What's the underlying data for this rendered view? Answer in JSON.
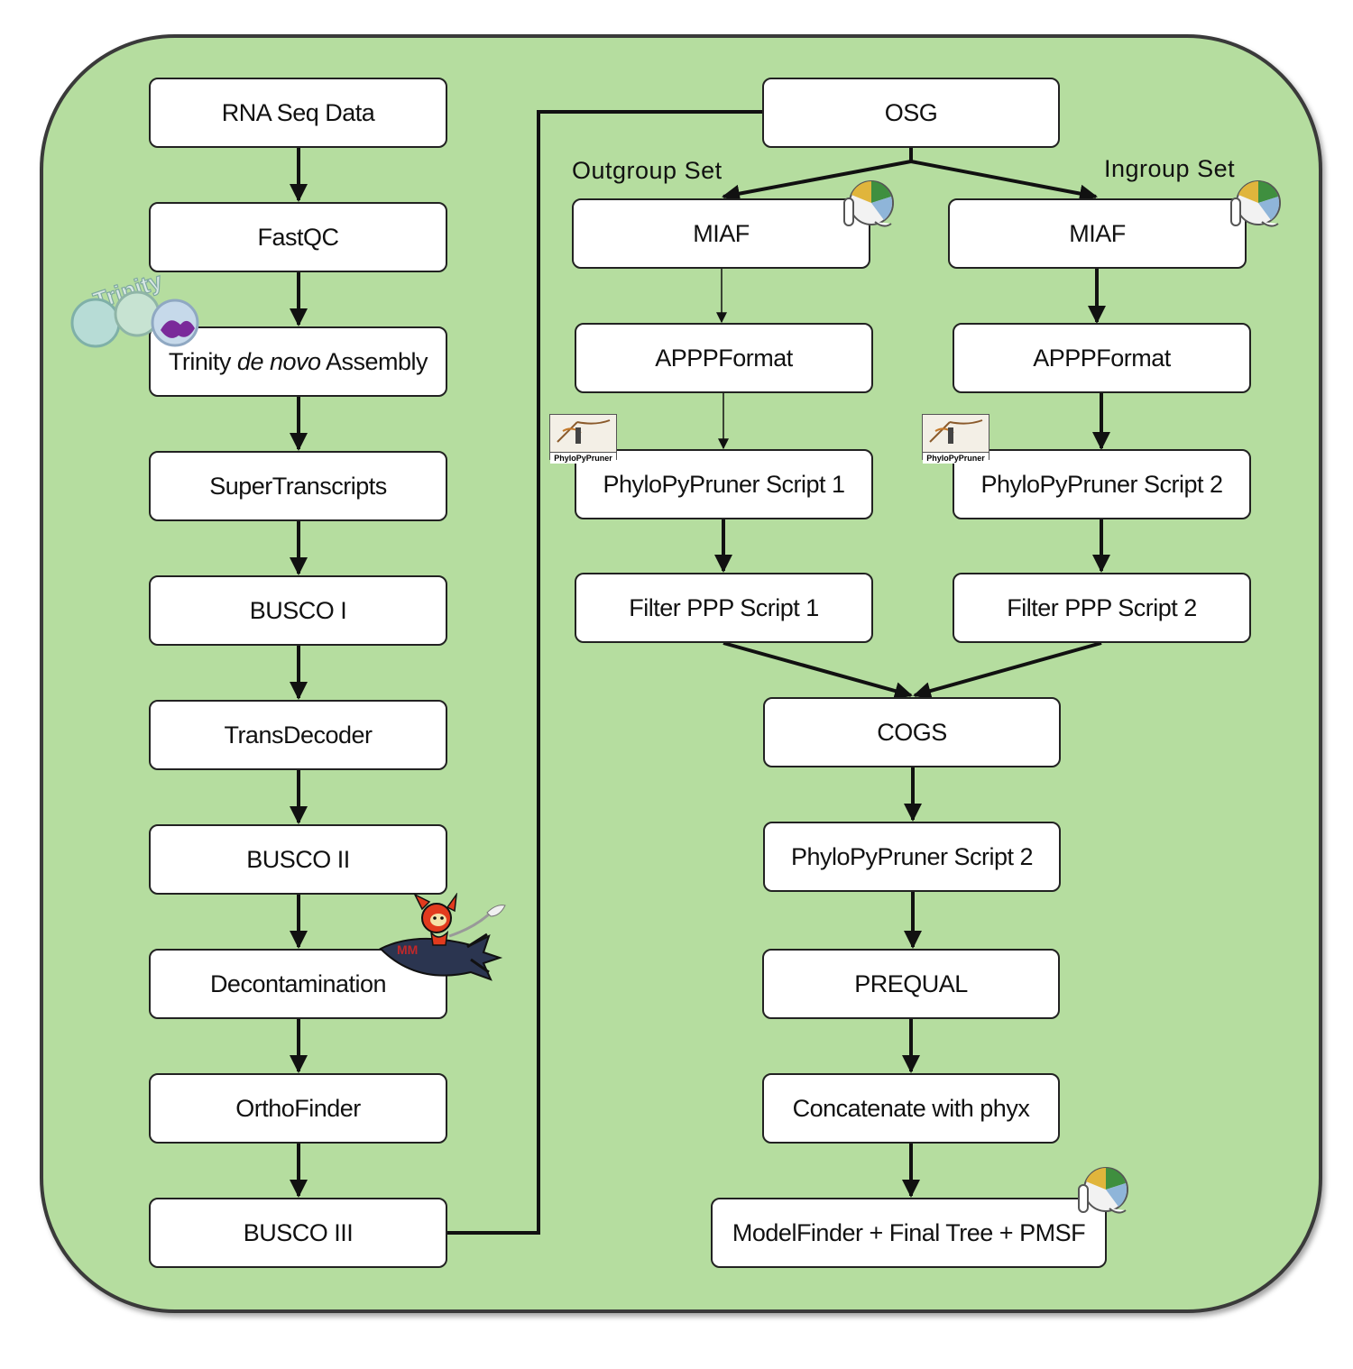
{
  "left_column": [
    {
      "id": "rna",
      "label": "RNA Seq Data"
    },
    {
      "id": "fastqc",
      "label": "FastQC"
    },
    {
      "id": "trinity",
      "label_pre": "Trinity ",
      "label_em": "de novo",
      "label_post": " Assembly"
    },
    {
      "id": "supertranscripts",
      "label": "SuperTranscripts"
    },
    {
      "id": "busco1",
      "label": "BUSCO I"
    },
    {
      "id": "transdecoder",
      "label": "TransDecoder"
    },
    {
      "id": "busco2",
      "label": "BUSCO II"
    },
    {
      "id": "decontamination",
      "label": "Decontamination"
    },
    {
      "id": "orthofinder",
      "label": "OrthoFinder"
    },
    {
      "id": "busco3",
      "label": "BUSCO III"
    }
  ],
  "osg": {
    "label": "OSG"
  },
  "outgroup": {
    "set_label": "Outgroup Set",
    "miaf": "MIAF",
    "apppformat": "APPPFormat",
    "pruner": "PhyloPyPruner Script 1",
    "filter": "Filter PPP Script 1"
  },
  "ingroup": {
    "set_label": "Ingroup Set",
    "miaf": "MIAF",
    "apppformat": "APPPFormat",
    "pruner": "PhyloPyPruner Script 2",
    "filter": "Filter PPP Script 2"
  },
  "merge": {
    "cogs": "COGS",
    "pruner": "PhyloPyPruner Script 2",
    "prequal": "PREQUAL",
    "concat": "Concatenate with phyx",
    "final": "ModelFinder + Final Tree + PMSF"
  },
  "logos": {
    "trinity_text": "Trinity",
    "phylopypruner_text": "PhyloPyPruner",
    "iqtree_icon": "iq-tree-logo",
    "rocket_icon": "rocket-mascot"
  },
  "colors": {
    "background": "#b5dd9f",
    "node": "#ffffff",
    "stroke": "#111111"
  }
}
